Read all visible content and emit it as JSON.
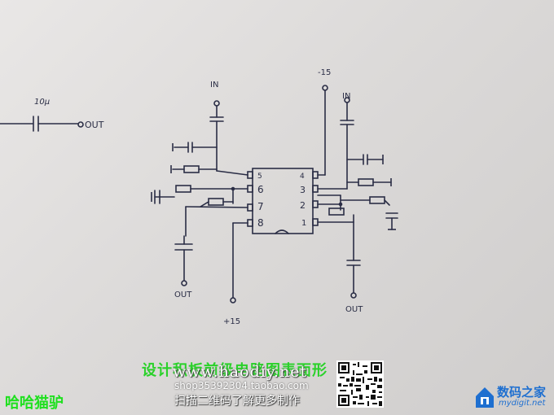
{
  "labels": {
    "cap_value": "10μ",
    "out_top_left": "OUT",
    "in_left": "IN",
    "neg15": "-15",
    "in_right": "IN",
    "pin5": "5",
    "pin6": "6",
    "pin7": "7",
    "pin8": "8",
    "pin4": "4",
    "pin3": "3",
    "pin2": "2",
    "pin1": "1",
    "out_bottom_left": "OUT",
    "pos15": "+15",
    "out_bottom_right": "OUT"
  },
  "watermark": {
    "title": "设计积板前级电路图表面形",
    "url": "www.haodiy.net",
    "shop": "shop35392304.taobao.com",
    "scan": "扫描二维码了解更多制作",
    "author": "哈哈猫驴"
  },
  "logo": {
    "name_cn": "数码之家",
    "name_en": "mydigit.net"
  },
  "colors": {
    "ink": "#2a2d45",
    "paper": "#dedcdb",
    "watermark_green": "#2ad12a",
    "logo_blue": "#1e6fd0"
  }
}
